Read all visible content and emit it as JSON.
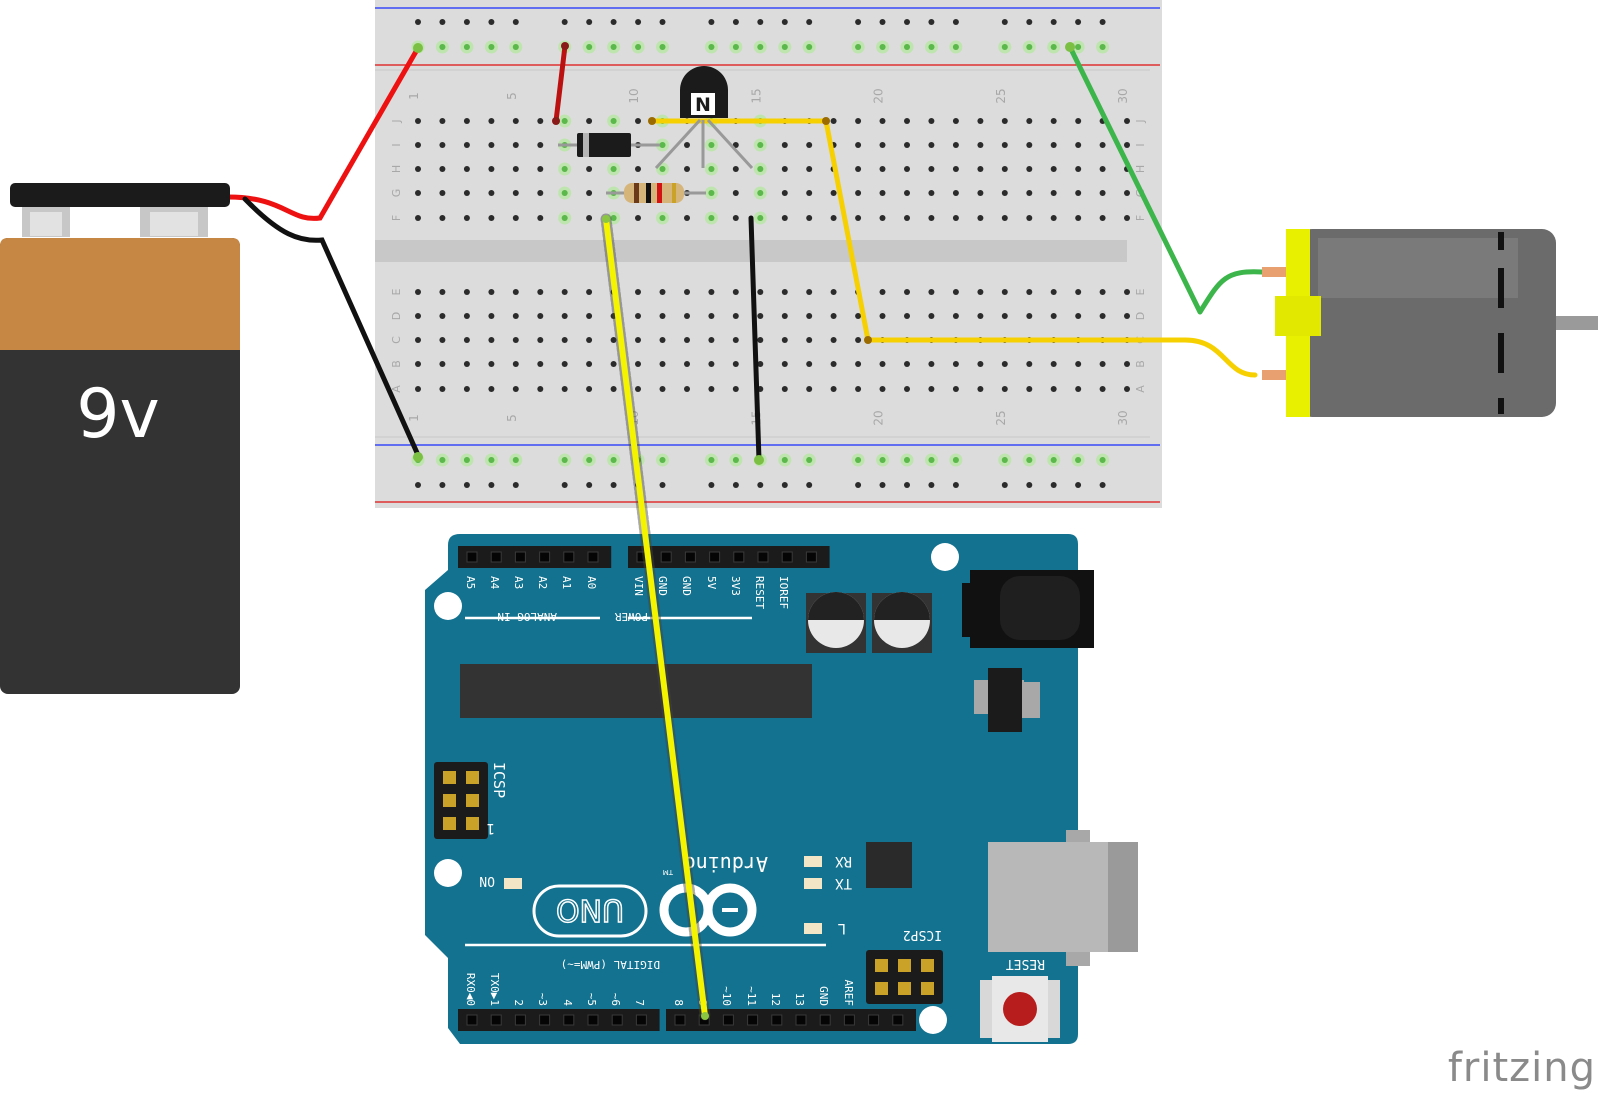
{
  "battery": {
    "label": "9v"
  },
  "breadboard": {
    "column_numbers": [
      "1",
      "5",
      "10",
      "15",
      "20",
      "25",
      "30"
    ],
    "row_letters_top": [
      "J",
      "I",
      "H",
      "G",
      "F"
    ],
    "row_letters_bottom": [
      "E",
      "D",
      "C",
      "B",
      "A"
    ]
  },
  "transistor": {
    "label": "N"
  },
  "arduino": {
    "analog_pins": [
      "A5",
      "A4",
      "A3",
      "A2",
      "A1",
      "A0"
    ],
    "analog_label": "ANALOG IN",
    "power_pins": [
      "VIN",
      "GND",
      "GND",
      "5V",
      "3V3",
      "RESET",
      "IOREF"
    ],
    "power_label": "POWER",
    "icsp_label": "ICSP",
    "icsp_one": "1",
    "on_label": "ON",
    "uno_label": "UNO",
    "brand": "Arduino",
    "tm": "TM",
    "led_labels": [
      "RX",
      "TX",
      "L"
    ],
    "icsp2_label": "ICSP2",
    "reset_label": "RESET",
    "digital_label": "DIGITAL (PWM=~)",
    "digital_pins": [
      "RX0◀0",
      "TX0▶1",
      "2",
      "~3",
      "4",
      "~5",
      "~6",
      "7",
      "8",
      "~9",
      "~10",
      "~11",
      "12",
      "13",
      "GND",
      "AREF"
    ]
  },
  "logo": "fritzing",
  "colors": {
    "breadboard": "#dcdcdc",
    "arduino": "#13728f",
    "wire_red": "#ee1111",
    "wire_black": "#111111",
    "wire_yellow": "#f6d000",
    "wire_green": "#3cb54a",
    "arduino_signal_wire": "#f4f400",
    "motor_body": "#6b6b6b",
    "motor_cap": "#e8f000",
    "battery_top": "#c68745",
    "battery_bottom": "#333333"
  }
}
